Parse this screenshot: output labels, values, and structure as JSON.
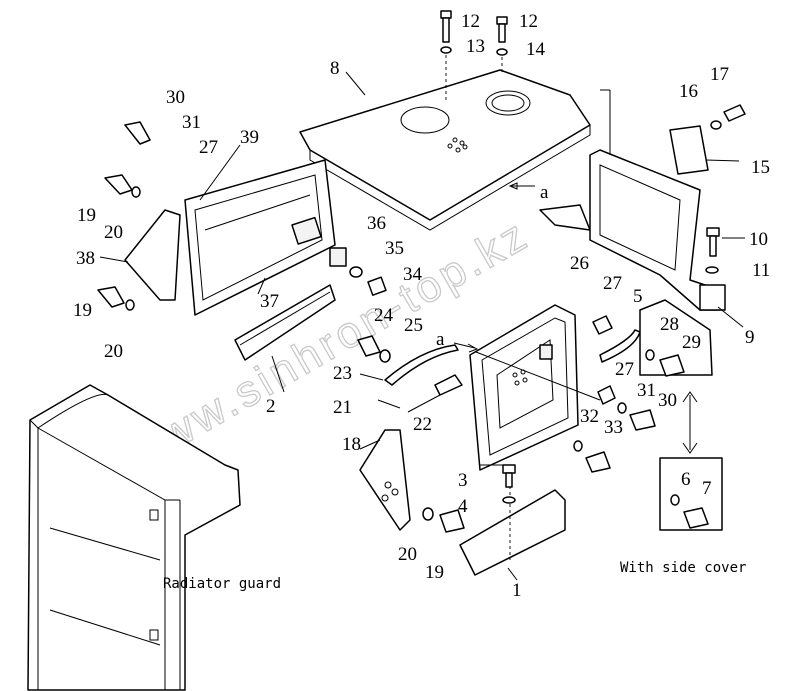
{
  "diagram": {
    "part_numbers": [
      "12",
      "12",
      "13",
      "14",
      "8",
      "17",
      "16",
      "15",
      "30",
      "31",
      "27",
      "39",
      "19",
      "20",
      "36",
      "35",
      "34",
      "38",
      "37",
      "19",
      "20",
      "10",
      "11",
      "26",
      "27",
      "5",
      "9",
      "24",
      "25",
      "28",
      "29",
      "a",
      "a",
      "23",
      "21",
      "22",
      "2",
      "27",
      "31",
      "30",
      "32",
      "33",
      "18",
      "3",
      "4",
      "6",
      "7",
      "20",
      "19",
      "1"
    ],
    "radiator_label": "Radiator guard",
    "side_cover_label": "With side cover",
    "watermark": "www.sinhron-top.kz"
  }
}
